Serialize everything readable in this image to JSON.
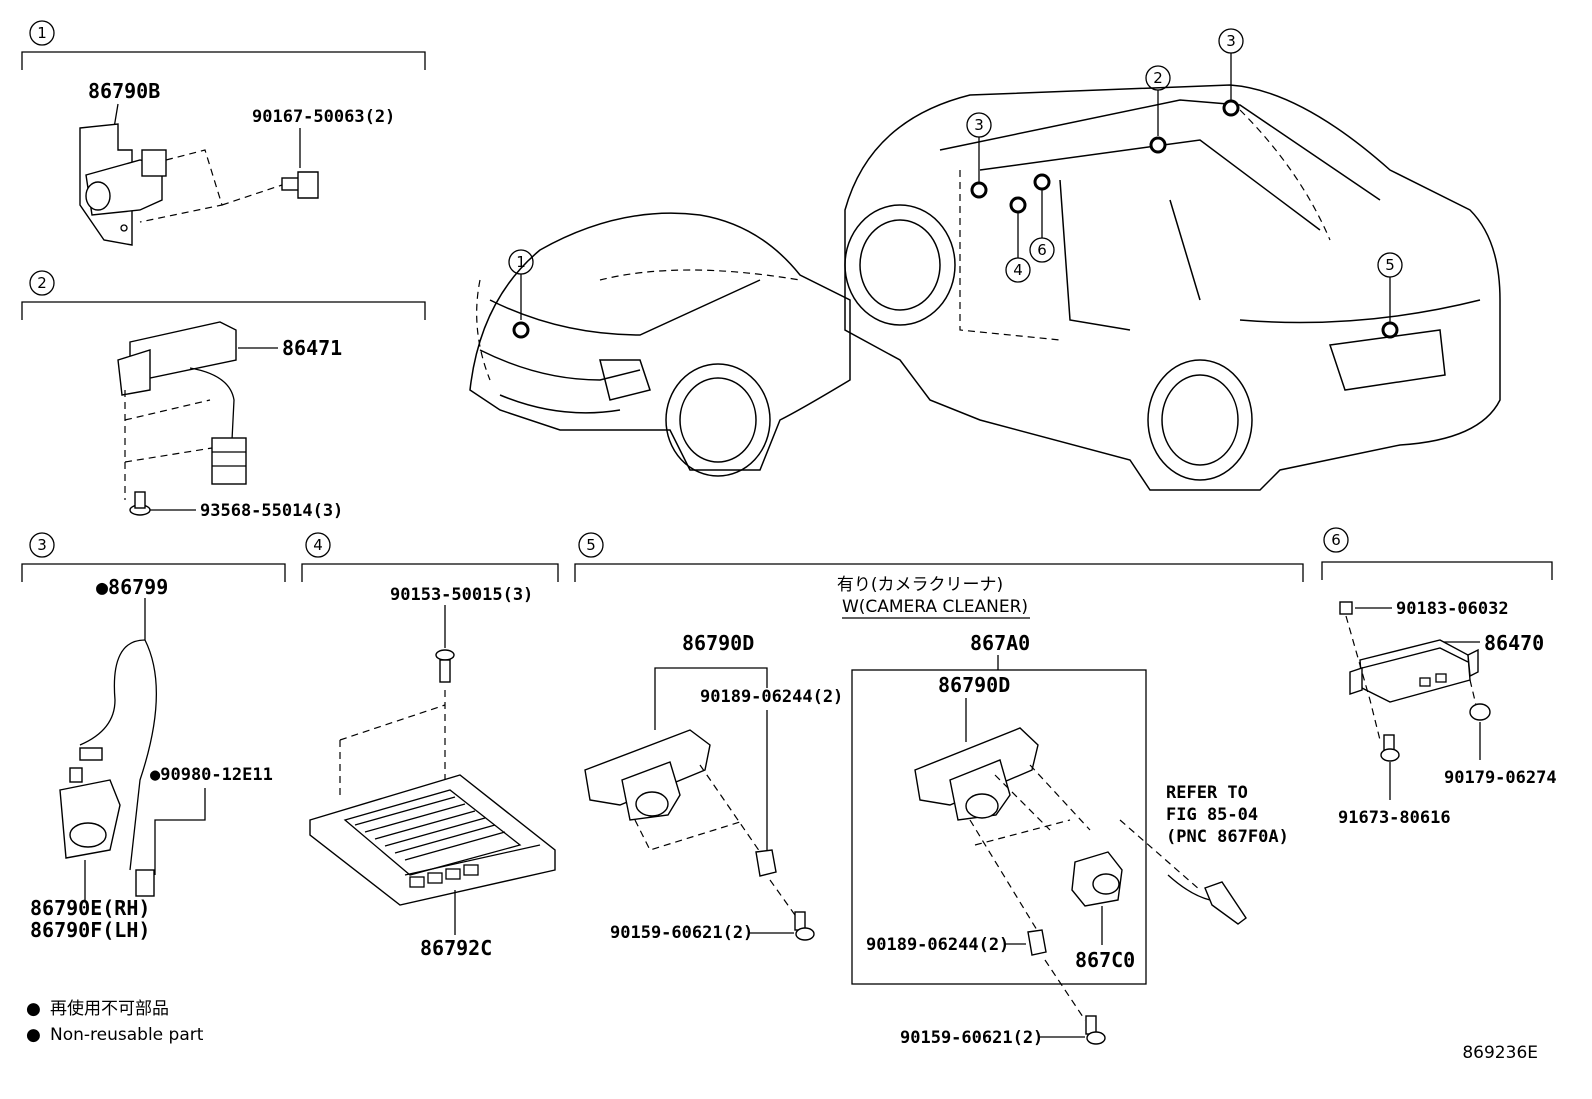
{
  "sections": [
    {
      "number": "1",
      "parts": [
        "86790B",
        "90167-50063(2)"
      ]
    },
    {
      "number": "2",
      "parts": [
        "86471",
        "93568-55014(3)"
      ]
    },
    {
      "number": "3",
      "parts": [
        "●86799",
        "●90980-12E11",
        "86790E(RH)",
        "86790F(LH)"
      ]
    },
    {
      "number": "4",
      "parts": [
        "90153-50015(3)",
        "86792C"
      ]
    },
    {
      "number": "5",
      "parts": [
        "86790D",
        "90189-06244(2)",
        "90159-60621(2)",
        "867A0",
        "86790D",
        "90189-06244(2)",
        "90159-60621(2)",
        "867C0"
      ],
      "option_label_jp": "有り(カメラクリーナ)",
      "option_label_en": "W(CAMERA CLEANER)",
      "reference": [
        "REFER TO",
        "FIG 85-04",
        "(PNC 867F0A)"
      ]
    },
    {
      "number": "6",
      "parts": [
        "90183-06032",
        "86470",
        "91673-80616",
        "90179-06274"
      ]
    }
  ],
  "car_callouts": [
    "1",
    "2",
    "3",
    "3",
    "4",
    "5",
    "6"
  ],
  "legend": [
    {
      "symbol": "●",
      "text": "再使用不可部品"
    },
    {
      "symbol": "●",
      "text": "Non-reusable part"
    }
  ],
  "figure_id": "869236E"
}
